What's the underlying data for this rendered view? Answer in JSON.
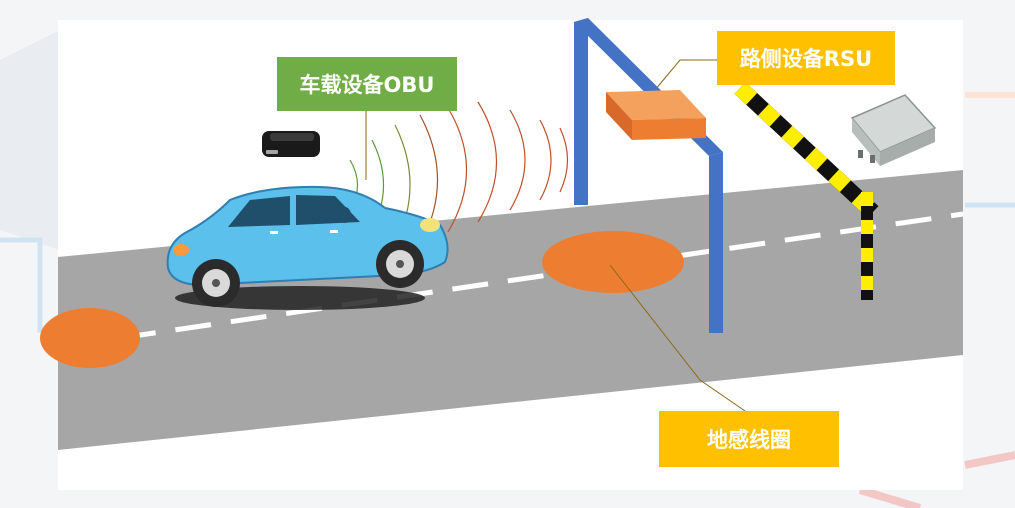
{
  "labels": {
    "obu": "车载设备OBU",
    "rsu": "路侧设备RSU",
    "loop": "地感线圈"
  },
  "colors": {
    "road": "#a6a6a6",
    "car_body": "#5bc0eb",
    "gantry": "#4472c4",
    "loop_pad": "#ed7d31",
    "rsu_box": "#ed7d31",
    "label_green": "#70ad47",
    "label_gold": "#ffc000",
    "barrier_black": "#111111",
    "barrier_yellow": "#ffee00"
  },
  "icons": [
    "obu-device-icon",
    "rsu-antenna-icon",
    "signal-waves-icon",
    "car-icon",
    "barrier-gate-icon"
  ]
}
